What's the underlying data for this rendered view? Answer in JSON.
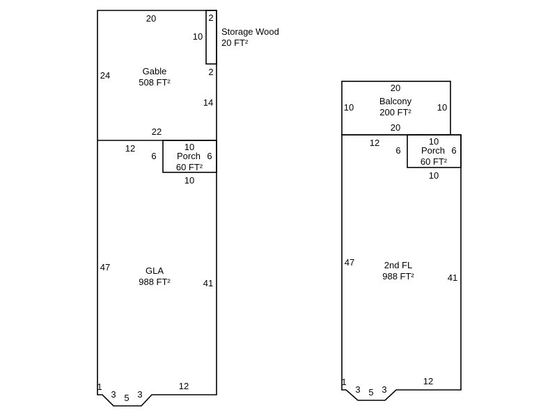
{
  "left_plan": {
    "storage": {
      "name": "Storage Wood",
      "area": "20 FT²",
      "dims": {
        "top": "2",
        "left": "10",
        "bottom": "2"
      }
    },
    "gable": {
      "name": "Gable",
      "area": "508 FT²",
      "dims": {
        "top": "20",
        "left": "24",
        "right": "14",
        "bottom": "22"
      }
    },
    "porch": {
      "name": "Porch",
      "area": "60 FT²",
      "dims": {
        "top": "10",
        "left": "6",
        "right": "6",
        "bottom": "10",
        "outer": "12"
      }
    },
    "gla": {
      "name": "GLA",
      "area": "988 FT²",
      "dims": {
        "left": "47",
        "right": "41",
        "bottom": "12",
        "b1": "1",
        "b2": "3",
        "b3": "5",
        "b4": "3"
      }
    }
  },
  "right_plan": {
    "balcony": {
      "name": "Balcony",
      "area": "200 FT²",
      "dims": {
        "top": "20",
        "left": "10",
        "right": "10",
        "bottom": "20"
      }
    },
    "porch": {
      "name": "Porch",
      "area": "60 FT²",
      "dims": {
        "top": "10",
        "left": "6",
        "right": "6",
        "bottom": "10",
        "outer": "12"
      }
    },
    "second_floor": {
      "name": "2nd FL",
      "area": "988 FT²",
      "dims": {
        "left": "47",
        "right": "41",
        "bottom": "12",
        "b1": "1",
        "b2": "3",
        "b3": "5",
        "b4": "3"
      }
    }
  }
}
